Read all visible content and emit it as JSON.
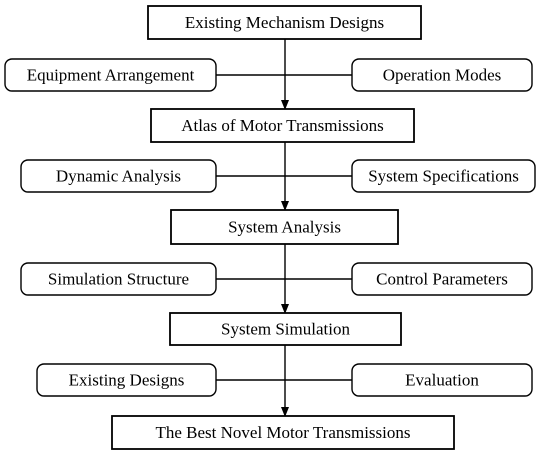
{
  "main_boxes": [
    {
      "id": "existing-mechanism-designs",
      "label": "Existing Mechanism Designs"
    },
    {
      "id": "atlas-of-motor-transmissions",
      "label": "Atlas of Motor Transmissions"
    },
    {
      "id": "system-analysis",
      "label": "System Analysis"
    },
    {
      "id": "system-simulation",
      "label": "System Simulation"
    },
    {
      "id": "best-novel-motor-transmissions",
      "label": "The Best Novel Motor Transmissions"
    }
  ],
  "side_inputs": [
    {
      "left": "Equipment Arrangement",
      "right": "Operation Modes"
    },
    {
      "left": "Dynamic Analysis",
      "right": "System Specifications"
    },
    {
      "left": "Simulation Structure",
      "right": "Control Parameters"
    },
    {
      "left": "Existing Designs",
      "right": "Evaluation"
    }
  ],
  "colors": {
    "stroke": "#000000",
    "fill": "#ffffff",
    "text": "#000000"
  }
}
